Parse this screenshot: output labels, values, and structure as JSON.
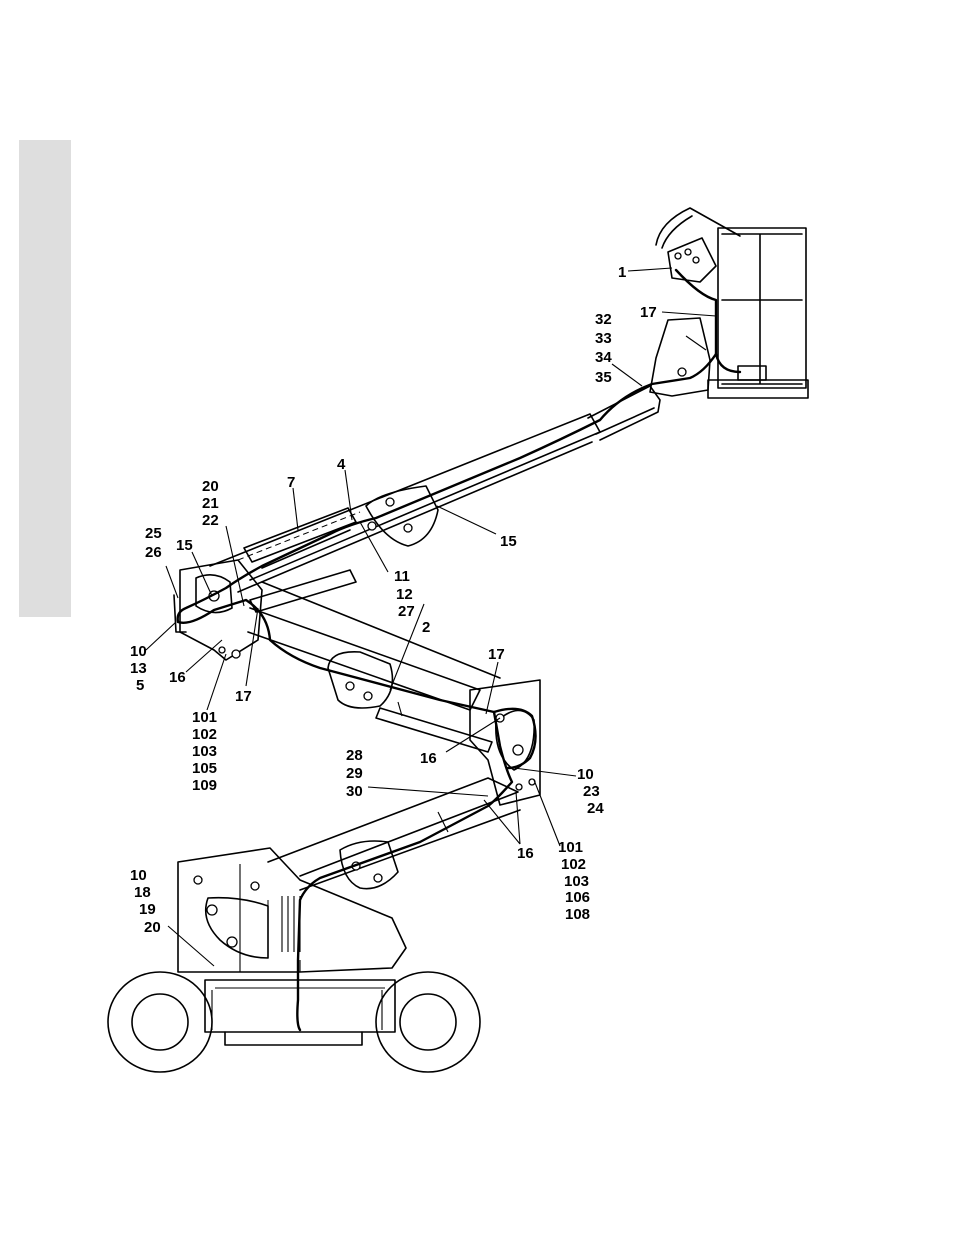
{
  "page": {
    "side_tab_color": "#dedede"
  },
  "callouts": {
    "c1": "1",
    "c17_platform": "17",
    "c32": "32",
    "c33": "33",
    "c34": "34",
    "c35": "35",
    "c4": "4",
    "c7": "7",
    "c20_top": "20",
    "c21_top": "21",
    "c22_top": "22",
    "c25": "25",
    "c26": "26",
    "c15_left": "15",
    "c15_right": "15",
    "c11": "11",
    "c12": "12",
    "c27": "27",
    "c10_left": "10",
    "c13": "13",
    "c5": "5",
    "c16_left": "16",
    "c17_left": "17",
    "c2": "2",
    "c17_mid": "17",
    "c101_a": "101",
    "c102_a": "102",
    "c103_a": "103",
    "c105": "105",
    "c109": "109",
    "c16_mid": "16",
    "c28": "28",
    "c29": "29",
    "c30": "30",
    "c10_right": "10",
    "c23": "23",
    "c24": "24",
    "c16_lower": "16",
    "c101_b": "101",
    "c102_b": "102",
    "c103_b": "103",
    "c106": "106",
    "c108": "108",
    "c10_base": "10",
    "c18": "18",
    "c19": "19",
    "c20_base": "20"
  }
}
